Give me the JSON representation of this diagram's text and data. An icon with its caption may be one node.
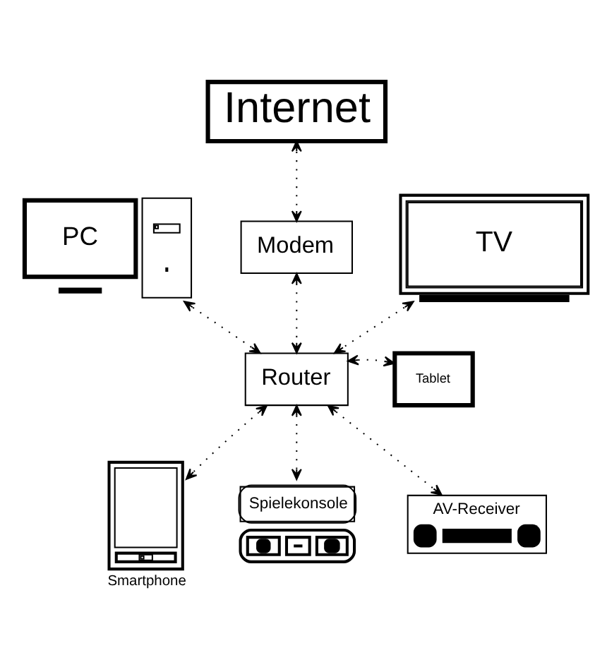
{
  "diagram": {
    "nodes": [
      {
        "text": [
          "Internet"
        ]
      },
      {
        "text": [
          "PC"
        ]
      },
      {
        "text": [
          "Modem"
        ]
      },
      {
        "text": [
          "TV"
        ]
      },
      {
        "text": [
          "Router"
        ]
      },
      {
        "text": [
          "Tablet"
        ]
      },
      {
        "text": [
          "Smartphone"
        ]
      },
      {
        "text": [
          "Spielekonsole"
        ]
      },
      {
        "text": [
          "AV-Receiver"
        ]
      }
    ],
    "edges": [
      {
        "from": 0,
        "to": 2,
        "arrow": "both"
      },
      {
        "from": 2,
        "to": 4,
        "arrow": "both"
      },
      {
        "from": 1,
        "to": 4,
        "arrow": "both"
      },
      {
        "from": 3,
        "to": 4,
        "arrow": "both"
      },
      {
        "from": 4,
        "to": 5,
        "arrow": "both"
      },
      {
        "from": 4,
        "to": 6,
        "arrow": "both"
      },
      {
        "from": 4,
        "to": 7,
        "arrow": "both"
      },
      {
        "from": 4,
        "to": 8,
        "arrow": "both"
      }
    ]
  }
}
